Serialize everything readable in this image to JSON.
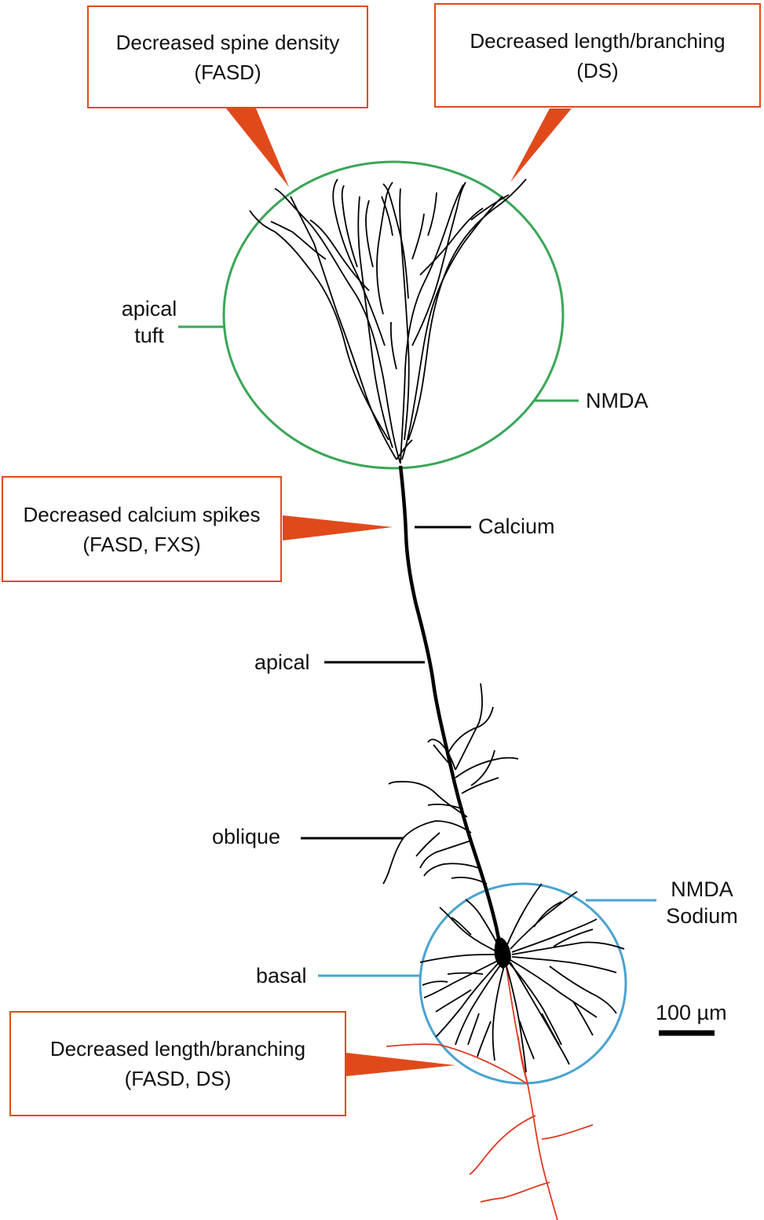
{
  "callouts": {
    "spine": {
      "line1": "Decreased spine density",
      "line2": "(FASD)"
    },
    "tuft_length": {
      "line1": "Decreased length/branching",
      "line2": "(DS)"
    },
    "calcium": {
      "line1": "Decreased calcium spikes",
      "line2": "(FASD, FXS)"
    },
    "axon_length": {
      "line1": "Decreased length/branching",
      "line2": "(FASD, DS)"
    }
  },
  "labels": {
    "apical_tuft_1": "apical",
    "apical_tuft_2": "tuft",
    "nmda_top": "NMDA",
    "calcium": "Calcium",
    "apical": "apical",
    "oblique": "oblique",
    "basal": "basal",
    "nmda_bottom": "NMDA",
    "sodium": "Sodium",
    "scale": "100 µm"
  },
  "colors": {
    "callout_border": "#e04a1b",
    "tuft_circle": "#3aa657",
    "basal_circle": "#4aa3d0",
    "axon": "#e03a20",
    "neuron": "#000000"
  }
}
